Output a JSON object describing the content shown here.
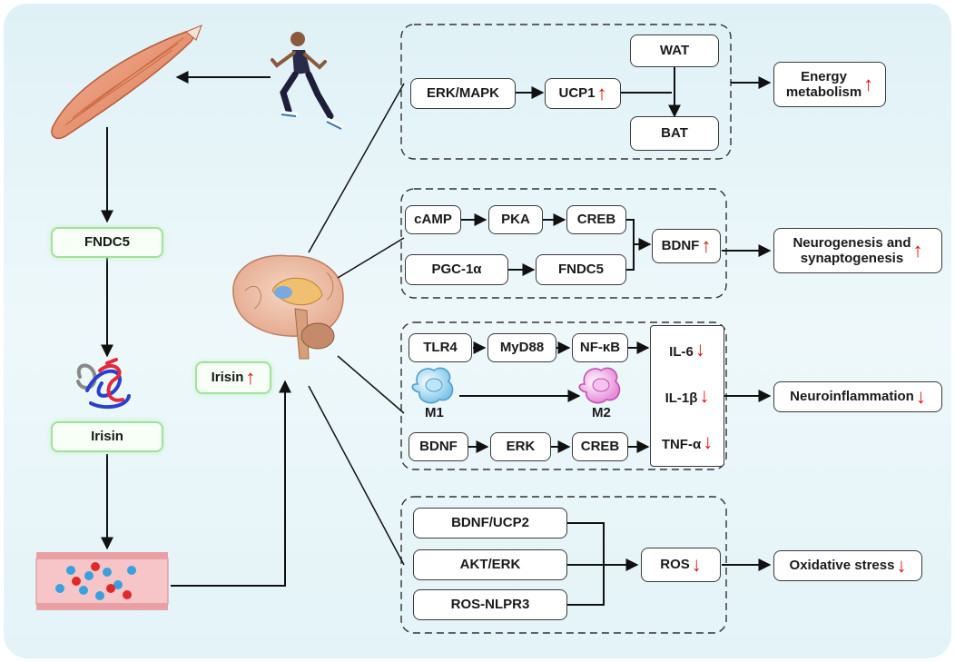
{
  "colors": {
    "accent_red": "#e01010",
    "box_border": "#3a3a3a",
    "green_glow": "#9fe29a",
    "background": "#e6f5f9"
  },
  "left": {
    "fndc5": "FNDC5",
    "irisin": "Irisin",
    "brain_irisin": "Irisin"
  },
  "energy": {
    "erk_mapk": "ERK/MAPK",
    "ucp1": "UCP1",
    "wat": "WAT",
    "bat": "BAT",
    "outcome_l1": "Energy",
    "outcome_l2": "metabolism"
  },
  "neuro": {
    "camp": "cAMP",
    "pka": "PKA",
    "creb": "CREB",
    "pgc1a": "PGC-1α",
    "fndc5": "FNDC5",
    "bdnf": "BDNF",
    "outcome_l1": "Neurogenesis and",
    "outcome_l2": "synaptogenesis"
  },
  "inflam": {
    "tlr4": "TLR4",
    "myd88": "MyD88",
    "nfkb": "NF-κB",
    "il6": "IL-6",
    "m1": "M1",
    "m2": "M2",
    "il1b": "IL-1β",
    "bdnf": "BDNF",
    "erk": "ERK",
    "creb": "CREB",
    "tnfa": "TNF-α",
    "outcome": "Neuroinflammation"
  },
  "oxid": {
    "bdnf_ucp2": "BDNF/UCP2",
    "akt_erk": "AKT/ERK",
    "ros_nlpr3": "ROS-NLPR3",
    "ros": "ROS",
    "outcome": "Oxidative stress"
  },
  "icons": [
    "muscle-icon",
    "runner-icon",
    "protein-icon",
    "blood-vessel-icon",
    "brain-icon",
    "m1-macrophage-icon",
    "m2-macrophage-icon",
    "up-arrow-icon",
    "down-arrow-icon"
  ]
}
